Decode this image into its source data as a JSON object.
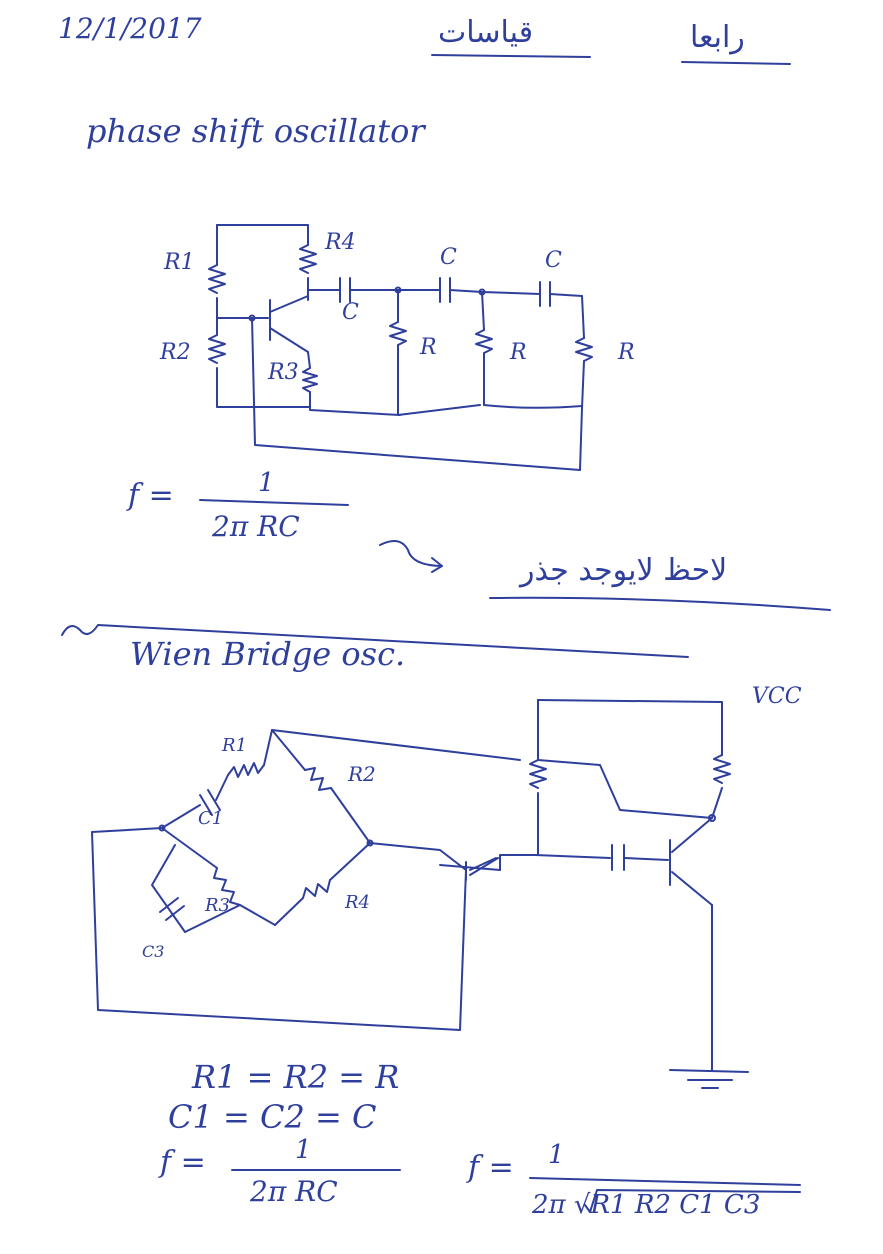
{
  "header": {
    "date": "12/1/2017",
    "arabic_subject": "قياسات",
    "arabic_lecture": "رابعا"
  },
  "section1": {
    "title": "phase shift oscillator",
    "labels": {
      "r1": "R1",
      "r2": "R2",
      "r3": "R3",
      "r4": "R4",
      "c_left": "C",
      "c_mid": "C",
      "c_right": "C",
      "r_a": "R",
      "r_b": "R",
      "r_c": "R"
    },
    "formula": {
      "lhs": "f =",
      "numerator": "1",
      "denominator": "2π   RC"
    },
    "note_arabic": "لاحظ لايوجد جذر"
  },
  "section2": {
    "title": "Wien Bridge osc.",
    "labels": {
      "vcc": "VCC",
      "r1": "R1",
      "r2": "R2",
      "r3": "R3",
      "r4": "R4",
      "c1": "C1",
      "c3": "C3"
    },
    "equalities": {
      "line1": "R1 = R2 = R",
      "line2": "C1 = C2 = C"
    },
    "formula_left": {
      "lhs": "f =",
      "numerator": "1",
      "denominator": "2π RC"
    },
    "formula_right": {
      "lhs": "f =",
      "numerator": "1",
      "denominator": "2π √R1 R2 C1 C3"
    }
  }
}
